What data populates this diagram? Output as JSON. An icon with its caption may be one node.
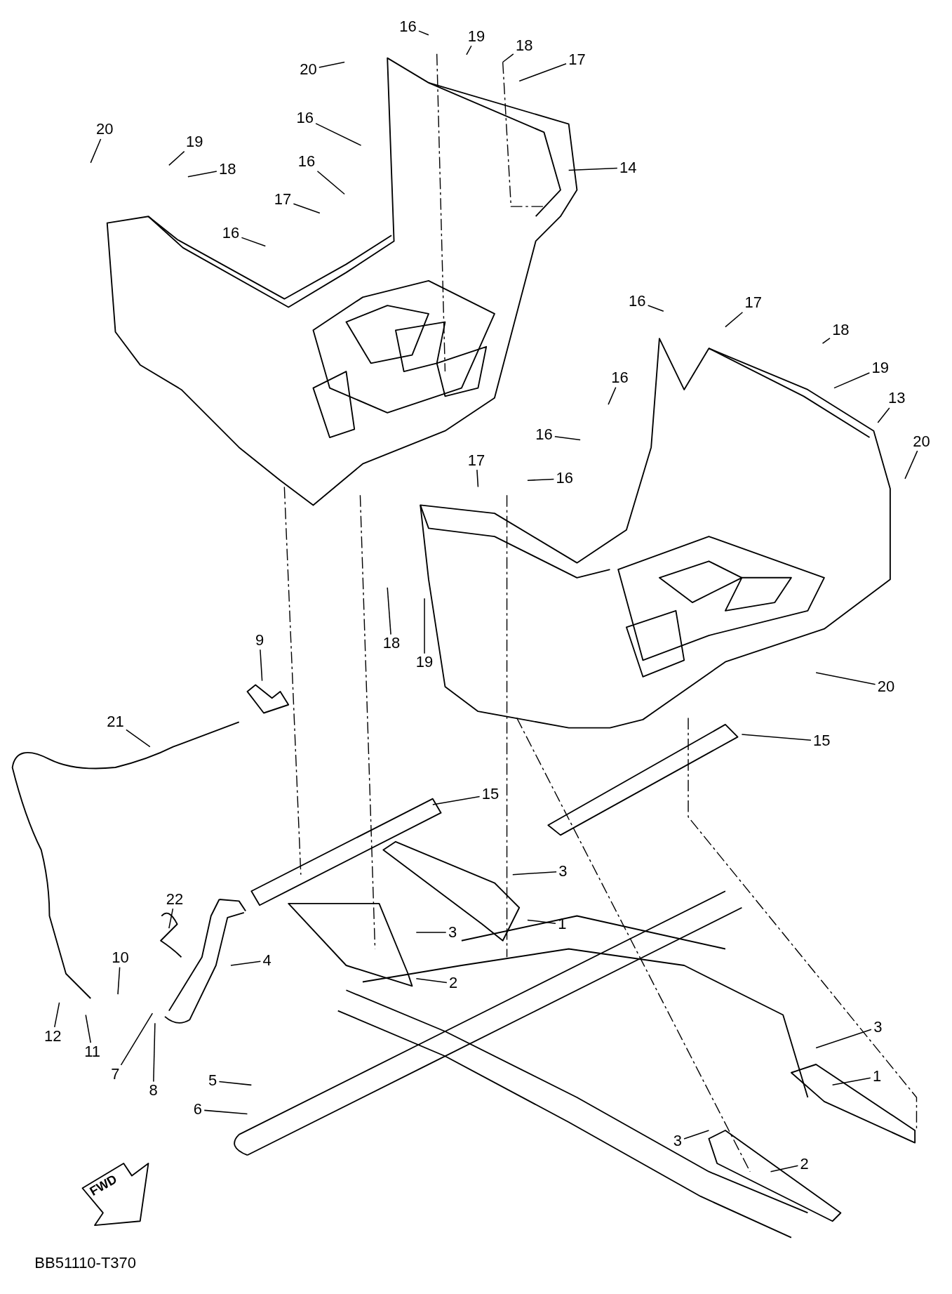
{
  "diagram": {
    "nodes": [
      {
        "text": [
          "16"
        ]
      },
      {
        "text": [
          "19"
        ]
      },
      {
        "text": [
          "18"
        ]
      },
      {
        "text": [
          "17"
        ]
      },
      {
        "text": [
          "20"
        ]
      },
      {
        "text": [
          "16"
        ]
      },
      {
        "text": [
          "20"
        ]
      },
      {
        "text": [
          "19"
        ]
      },
      {
        "text": [
          "18"
        ]
      },
      {
        "text": [
          "14"
        ]
      },
      {
        "text": [
          "16"
        ]
      },
      {
        "text": [
          "17"
        ]
      },
      {
        "text": [
          "16"
        ]
      },
      {
        "text": [
          "16"
        ]
      },
      {
        "text": [
          "17"
        ]
      },
      {
        "text": [
          "18"
        ]
      },
      {
        "text": [
          "19"
        ]
      },
      {
        "text": [
          "16"
        ]
      },
      {
        "text": [
          "13"
        ]
      },
      {
        "text": [
          "20"
        ]
      },
      {
        "text": [
          "16"
        ]
      },
      {
        "text": [
          "17"
        ]
      },
      {
        "text": [
          "16"
        ]
      },
      {
        "text": [
          "18"
        ]
      },
      {
        "text": [
          "19"
        ]
      },
      {
        "text": [
          "20"
        ]
      },
      {
        "text": [
          "9"
        ]
      },
      {
        "text": [
          "21"
        ]
      },
      {
        "text": [
          "15"
        ]
      },
      {
        "text": [
          "15"
        ]
      },
      {
        "text": [
          "3"
        ]
      },
      {
        "text": [
          "1"
        ]
      },
      {
        "text": [
          "3"
        ]
      },
      {
        "text": [
          "22"
        ]
      },
      {
        "text": [
          "4"
        ]
      },
      {
        "text": [
          "2"
        ]
      },
      {
        "text": [
          "10"
        ]
      },
      {
        "text": [
          "12"
        ]
      },
      {
        "text": [
          "11"
        ]
      },
      {
        "text": [
          "7"
        ]
      },
      {
        "text": [
          "8"
        ]
      },
      {
        "text": [
          "5"
        ]
      },
      {
        "text": [
          "6"
        ]
      },
      {
        "text": [
          "3"
        ]
      },
      {
        "text": [
          "1"
        ]
      },
      {
        "text": [
          "3"
        ]
      },
      {
        "text": [
          "2"
        ]
      }
    ],
    "edges": [
      {
        "from": 0,
        "to": null,
        "arrow": "none"
      },
      {
        "from": 1,
        "to": null,
        "arrow": "none"
      },
      {
        "from": 2,
        "to": null,
        "arrow": "none"
      },
      {
        "from": 3,
        "to": null,
        "arrow": "none"
      },
      {
        "from": 4,
        "to": null,
        "arrow": "none"
      },
      {
        "from": 5,
        "to": null,
        "arrow": "none"
      },
      {
        "from": 6,
        "to": null,
        "arrow": "none"
      },
      {
        "from": 7,
        "to": null,
        "arrow": "none"
      },
      {
        "from": 8,
        "to": null,
        "arrow": "none"
      },
      {
        "from": 9,
        "to": null,
        "arrow": "none"
      },
      {
        "from": 10,
        "to": null,
        "arrow": "none"
      },
      {
        "from": 11,
        "to": null,
        "arrow": "none"
      },
      {
        "from": 12,
        "to": null,
        "arrow": "none"
      },
      {
        "from": 13,
        "to": null,
        "arrow": "none"
      },
      {
        "from": 14,
        "to": null,
        "arrow": "none"
      },
      {
        "from": 15,
        "to": null,
        "arrow": "none"
      },
      {
        "from": 16,
        "to": null,
        "arrow": "none"
      },
      {
        "from": 17,
        "to": null,
        "arrow": "none"
      },
      {
        "from": 18,
        "to": null,
        "arrow": "none"
      },
      {
        "from": 19,
        "to": null,
        "arrow": "none"
      },
      {
        "from": 20,
        "to": null,
        "arrow": "none"
      },
      {
        "from": 21,
        "to": null,
        "arrow": "none"
      },
      {
        "from": 22,
        "to": null,
        "arrow": "none"
      },
      {
        "from": 23,
        "to": null,
        "arrow": "none"
      },
      {
        "from": 24,
        "to": null,
        "arrow": "none"
      },
      {
        "from": 25,
        "to": null,
        "arrow": "none"
      },
      {
        "from": 26,
        "to": null,
        "arrow": "none"
      },
      {
        "from": 27,
        "to": null,
        "arrow": "none"
      },
      {
        "from": 28,
        "to": null,
        "arrow": "none"
      },
      {
        "from": 29,
        "to": null,
        "arrow": "none"
      },
      {
        "from": 30,
        "to": null,
        "arrow": "none"
      },
      {
        "from": 31,
        "to": null,
        "arrow": "none"
      },
      {
        "from": 32,
        "to": null,
        "arrow": "none"
      },
      {
        "from": 33,
        "to": null,
        "arrow": "none"
      },
      {
        "from": 34,
        "to": null,
        "arrow": "none"
      },
      {
        "from": 35,
        "to": null,
        "arrow": "none"
      },
      {
        "from": 36,
        "to": null,
        "arrow": "none"
      },
      {
        "from": 37,
        "to": null,
        "arrow": "none"
      },
      {
        "from": 38,
        "to": null,
        "arrow": "none"
      },
      {
        "from": 39,
        "to": null,
        "arrow": "none"
      },
      {
        "from": 40,
        "to": null,
        "arrow": "none"
      },
      {
        "from": 41,
        "to": null,
        "arrow": "none"
      },
      {
        "from": 42,
        "to": null,
        "arrow": "none"
      },
      {
        "from": 43,
        "to": null,
        "arrow": "none"
      },
      {
        "from": 44,
        "to": null,
        "arrow": "none"
      },
      {
        "from": 45,
        "to": null,
        "arrow": "none"
      },
      {
        "from": 46,
        "to": null,
        "arrow": "none"
      }
    ],
    "labels": [
      "FWD",
      "BB51110-T370"
    ]
  }
}
